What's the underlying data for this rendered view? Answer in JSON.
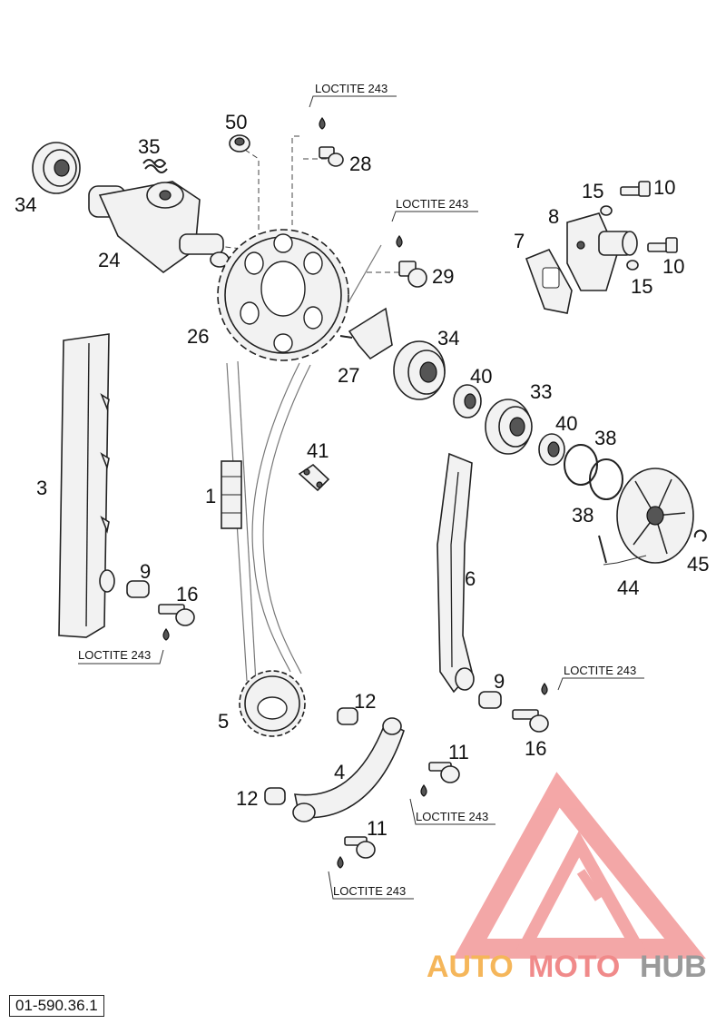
{
  "reference_number": "01-590.36.1",
  "watermark": {
    "part1": "AUTO",
    "part2": "MOTO",
    "part3": "HUB",
    "color_orange": "#f5b65a",
    "color_red": "#f08a8a",
    "color_grey": "#9a9a9a"
  },
  "note_text": "LOCTITE 243",
  "parts": {
    "p1": "1",
    "p3": "3",
    "p4": "4",
    "p5": "5",
    "p6": "6",
    "p7": "7",
    "p8": "8",
    "p9": "9",
    "p10": "10",
    "p11": "11",
    "p12": "12",
    "p15": "15",
    "p16": "16",
    "p24": "24",
    "p26": "26",
    "p27": "27",
    "p28": "28",
    "p29": "29",
    "p33": "33",
    "p34": "34",
    "p35": "35",
    "p38": "38",
    "p40": "40",
    "p41": "41",
    "p44": "44",
    "p45": "45",
    "p50": "50"
  }
}
